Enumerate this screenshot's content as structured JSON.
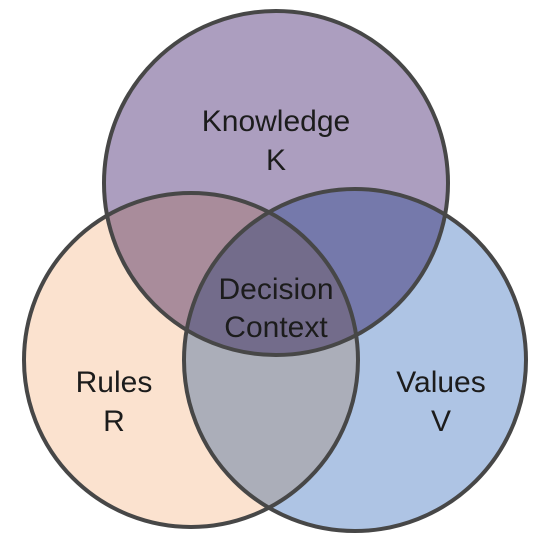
{
  "diagram": {
    "knowledge": {
      "name": "Knowledge",
      "symbol": "K",
      "fill": "#8e7ea4"
    },
    "rules": {
      "name": "Rules",
      "symbol": "R",
      "fill": "#f6ceae"
    },
    "values": {
      "name": "Values",
      "symbol": "V",
      "fill": "#97b2db"
    },
    "center": {
      "line1": "Decision",
      "line2": "Context"
    },
    "outline_color": "#474747"
  }
}
